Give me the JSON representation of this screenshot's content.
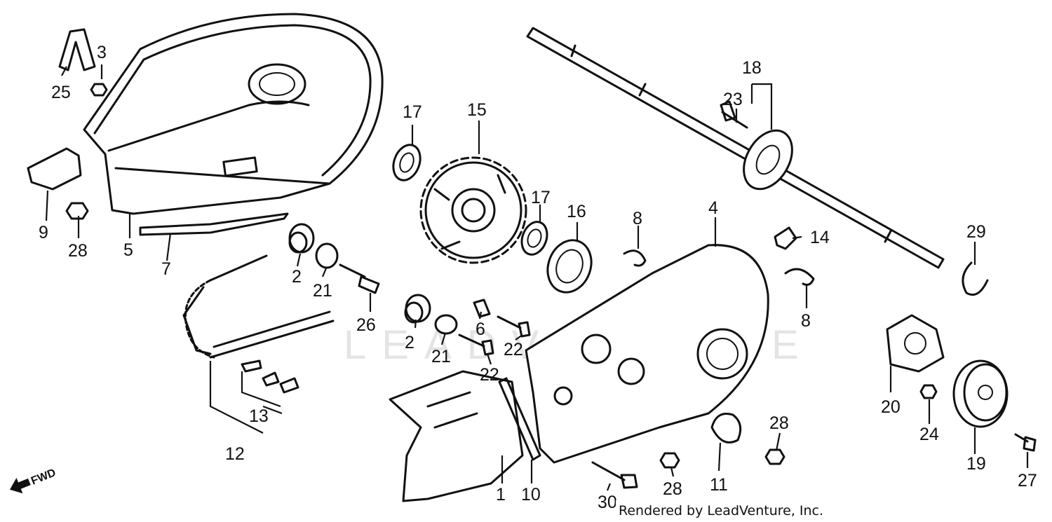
{
  "watermark": "LEADVENTURE",
  "credit": "Rendered by LeadVenture, Inc.",
  "direction_label": "FWD",
  "callouts": [
    "1",
    "2",
    "2",
    "3",
    "4",
    "5",
    "6",
    "7",
    "8",
    "8",
    "9",
    "10",
    "11",
    "12",
    "13",
    "14",
    "15",
    "16",
    "17",
    "17",
    "18",
    "19",
    "20",
    "21",
    "21",
    "22",
    "22",
    "23",
    "24",
    "25",
    "26",
    "27",
    "28",
    "28",
    "28",
    "29",
    "30"
  ]
}
